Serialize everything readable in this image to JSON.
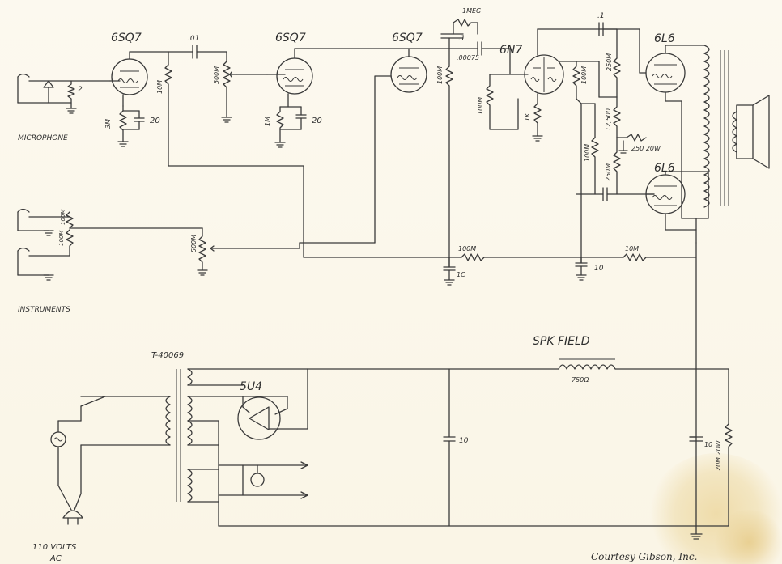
{
  "tubes": {
    "v1": "6SQ7",
    "v2": "6SQ7",
    "v3": "6SQ7",
    "v4": "6N7",
    "v5": "6L6",
    "v6": "6L6",
    "rect": "5U4"
  },
  "labels": {
    "microphone": "MICROPHONE",
    "instruments": "INSTRUMENTS",
    "mains_line1": "110 VOLTS",
    "mains_line2": "AC",
    "transformer": "T-40069",
    "speaker_field": "SPK FIELD",
    "field_ohms": "750Ω",
    "credit": "Courtesy Gibson, Inc."
  },
  "components": {
    "mic_r": "2",
    "c_01": ".01",
    "r_10m_a": "10M",
    "pot_500m_a": "500M",
    "r_3m": "3M",
    "c_20_a": "20",
    "r_1m": "1M",
    "c_20_b": "20",
    "r_1meg": "1MEG",
    "c_1_a": ".1",
    "c_00075": ".00075",
    "r_100m_v3": "100M",
    "r_100m_v4": "100M",
    "r_1k": "1K",
    "c_1_b": ".1",
    "r_100m_p": "100M",
    "r_250m_a": "250M",
    "r_12500": "12,500",
    "r_250_20w": "250 20W",
    "r_100m_b": "100M",
    "r_250m_b": "250M",
    "r_100m_jack": "100M",
    "r_100m_jack2": "100M",
    "pot_500m_b": "500M",
    "r_100m_dec": "100M",
    "c_1c": "1C",
    "c_10_a": "10",
    "r_10m_b": "10M",
    "c_10_b": "10",
    "c_10_c": "10",
    "r_20m_20w": "20M 20W"
  },
  "colors": {
    "paper": "#fbf7ec",
    "ink": "#3a3a3a",
    "stain": "#ecd9a2"
  }
}
